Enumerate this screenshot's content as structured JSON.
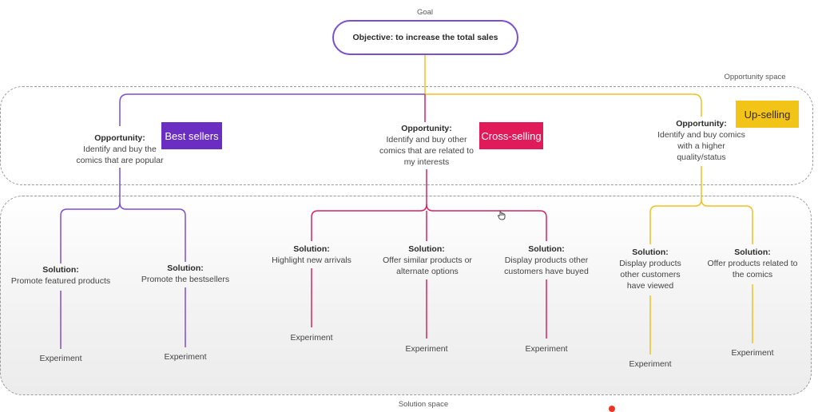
{
  "labels": {
    "goal": "Goal",
    "opportunity_space": "Opportunity space",
    "solution_space": "Solution space"
  },
  "objective": "Objective: to increase the total sales",
  "opportunities": [
    {
      "heading": "Opportunity:",
      "text": "Identify and buy the comics that are popular",
      "tag": "Best sellers"
    },
    {
      "heading": "Opportunity:",
      "text": "Identify and buy other comics that are related to my interests",
      "tag": "Cross-selling"
    },
    {
      "heading": "Opportunity:",
      "text": "Identify and buy comics with a higher quality/status",
      "tag": "Up-selling"
    }
  ],
  "solutions": [
    {
      "heading": "Solution:",
      "text": "Promote featured products",
      "experiment": "Experiment"
    },
    {
      "heading": "Solution:",
      "text": "Promote the bestsellers",
      "experiment": "Experiment"
    },
    {
      "heading": "Solution:",
      "text": "Highlight new arrivals",
      "experiment": "Experiment"
    },
    {
      "heading": "Solution:",
      "text": "Offer similar products or alternate options",
      "experiment": "Experiment"
    },
    {
      "heading": "Solution:",
      "text": "Display products other customers have buyed",
      "experiment": "Experiment"
    },
    {
      "heading": "Solution:",
      "text": "Display products other customers have viewed",
      "experiment": "Experiment"
    },
    {
      "heading": "Solution:",
      "text": "Offer products related to the comics",
      "experiment": "Experiment"
    }
  ],
  "colors": {
    "purple": "#7a4fd0",
    "pink": "#d8235e",
    "yellow": "#f0c020",
    "tag_best": "#6a2fc2",
    "tag_cross": "#e11a5a",
    "tag_up": "#f2c418",
    "dashed_border": "#9a9a9a"
  }
}
